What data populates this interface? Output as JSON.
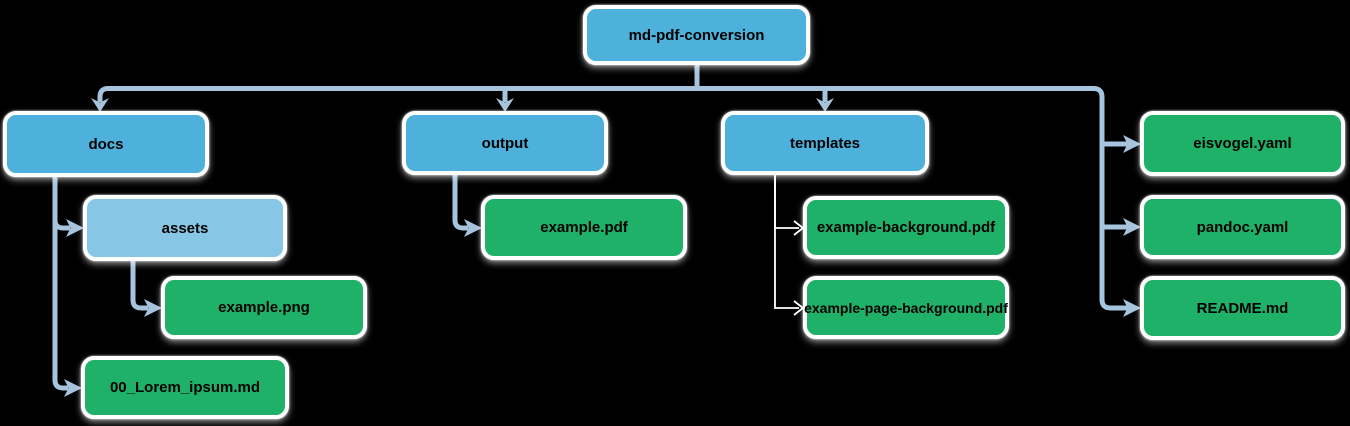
{
  "colors": {
    "background": "#000000",
    "folder_fill": "#4EB1DB",
    "subfolder_fill": "#87C7E5",
    "file_fill": "#20B168",
    "node_border": "#FFFFFF",
    "edge_primary": "#A7C4DE",
    "edge_secondary": "#FFFFFF",
    "label_text": "#000000"
  },
  "nodes": {
    "root": {
      "label": "md-pdf-conversion",
      "role": "folder"
    },
    "docs": {
      "label": "docs",
      "role": "folder"
    },
    "assets": {
      "label": "assets",
      "role": "subfolder"
    },
    "example_png": {
      "label": "example.png",
      "role": "file"
    },
    "lorem_md": {
      "label": "00_Lorem_ipsum.md",
      "role": "file"
    },
    "output": {
      "label": "output",
      "role": "folder"
    },
    "example_pdf": {
      "label": "example.pdf",
      "role": "file"
    },
    "templates": {
      "label": "templates",
      "role": "folder"
    },
    "example_background_pdf": {
      "label": "example-background.pdf",
      "role": "file"
    },
    "example_page_background_pdf": {
      "label": "example-page-background.pdf",
      "role": "file"
    },
    "eisvogel_yaml": {
      "label": "eisvogel.yaml",
      "role": "file"
    },
    "pandoc_yaml": {
      "label": "pandoc.yaml",
      "role": "file"
    },
    "readme_md": {
      "label": "README.md",
      "role": "file"
    }
  },
  "edges": [
    {
      "from": "md-pdf-conversion",
      "to": "docs"
    },
    {
      "from": "md-pdf-conversion",
      "to": "output"
    },
    {
      "from": "md-pdf-conversion",
      "to": "templates"
    },
    {
      "from": "md-pdf-conversion",
      "to": "eisvogel.yaml"
    },
    {
      "from": "md-pdf-conversion",
      "to": "pandoc.yaml"
    },
    {
      "from": "md-pdf-conversion",
      "to": "README.md"
    },
    {
      "from": "docs",
      "to": "assets"
    },
    {
      "from": "docs",
      "to": "00_Lorem_ipsum.md"
    },
    {
      "from": "assets",
      "to": "example.png"
    },
    {
      "from": "output",
      "to": "example.pdf"
    },
    {
      "from": "templates",
      "to": "example-background.pdf"
    },
    {
      "from": "templates",
      "to": "example-page-background.pdf"
    }
  ]
}
